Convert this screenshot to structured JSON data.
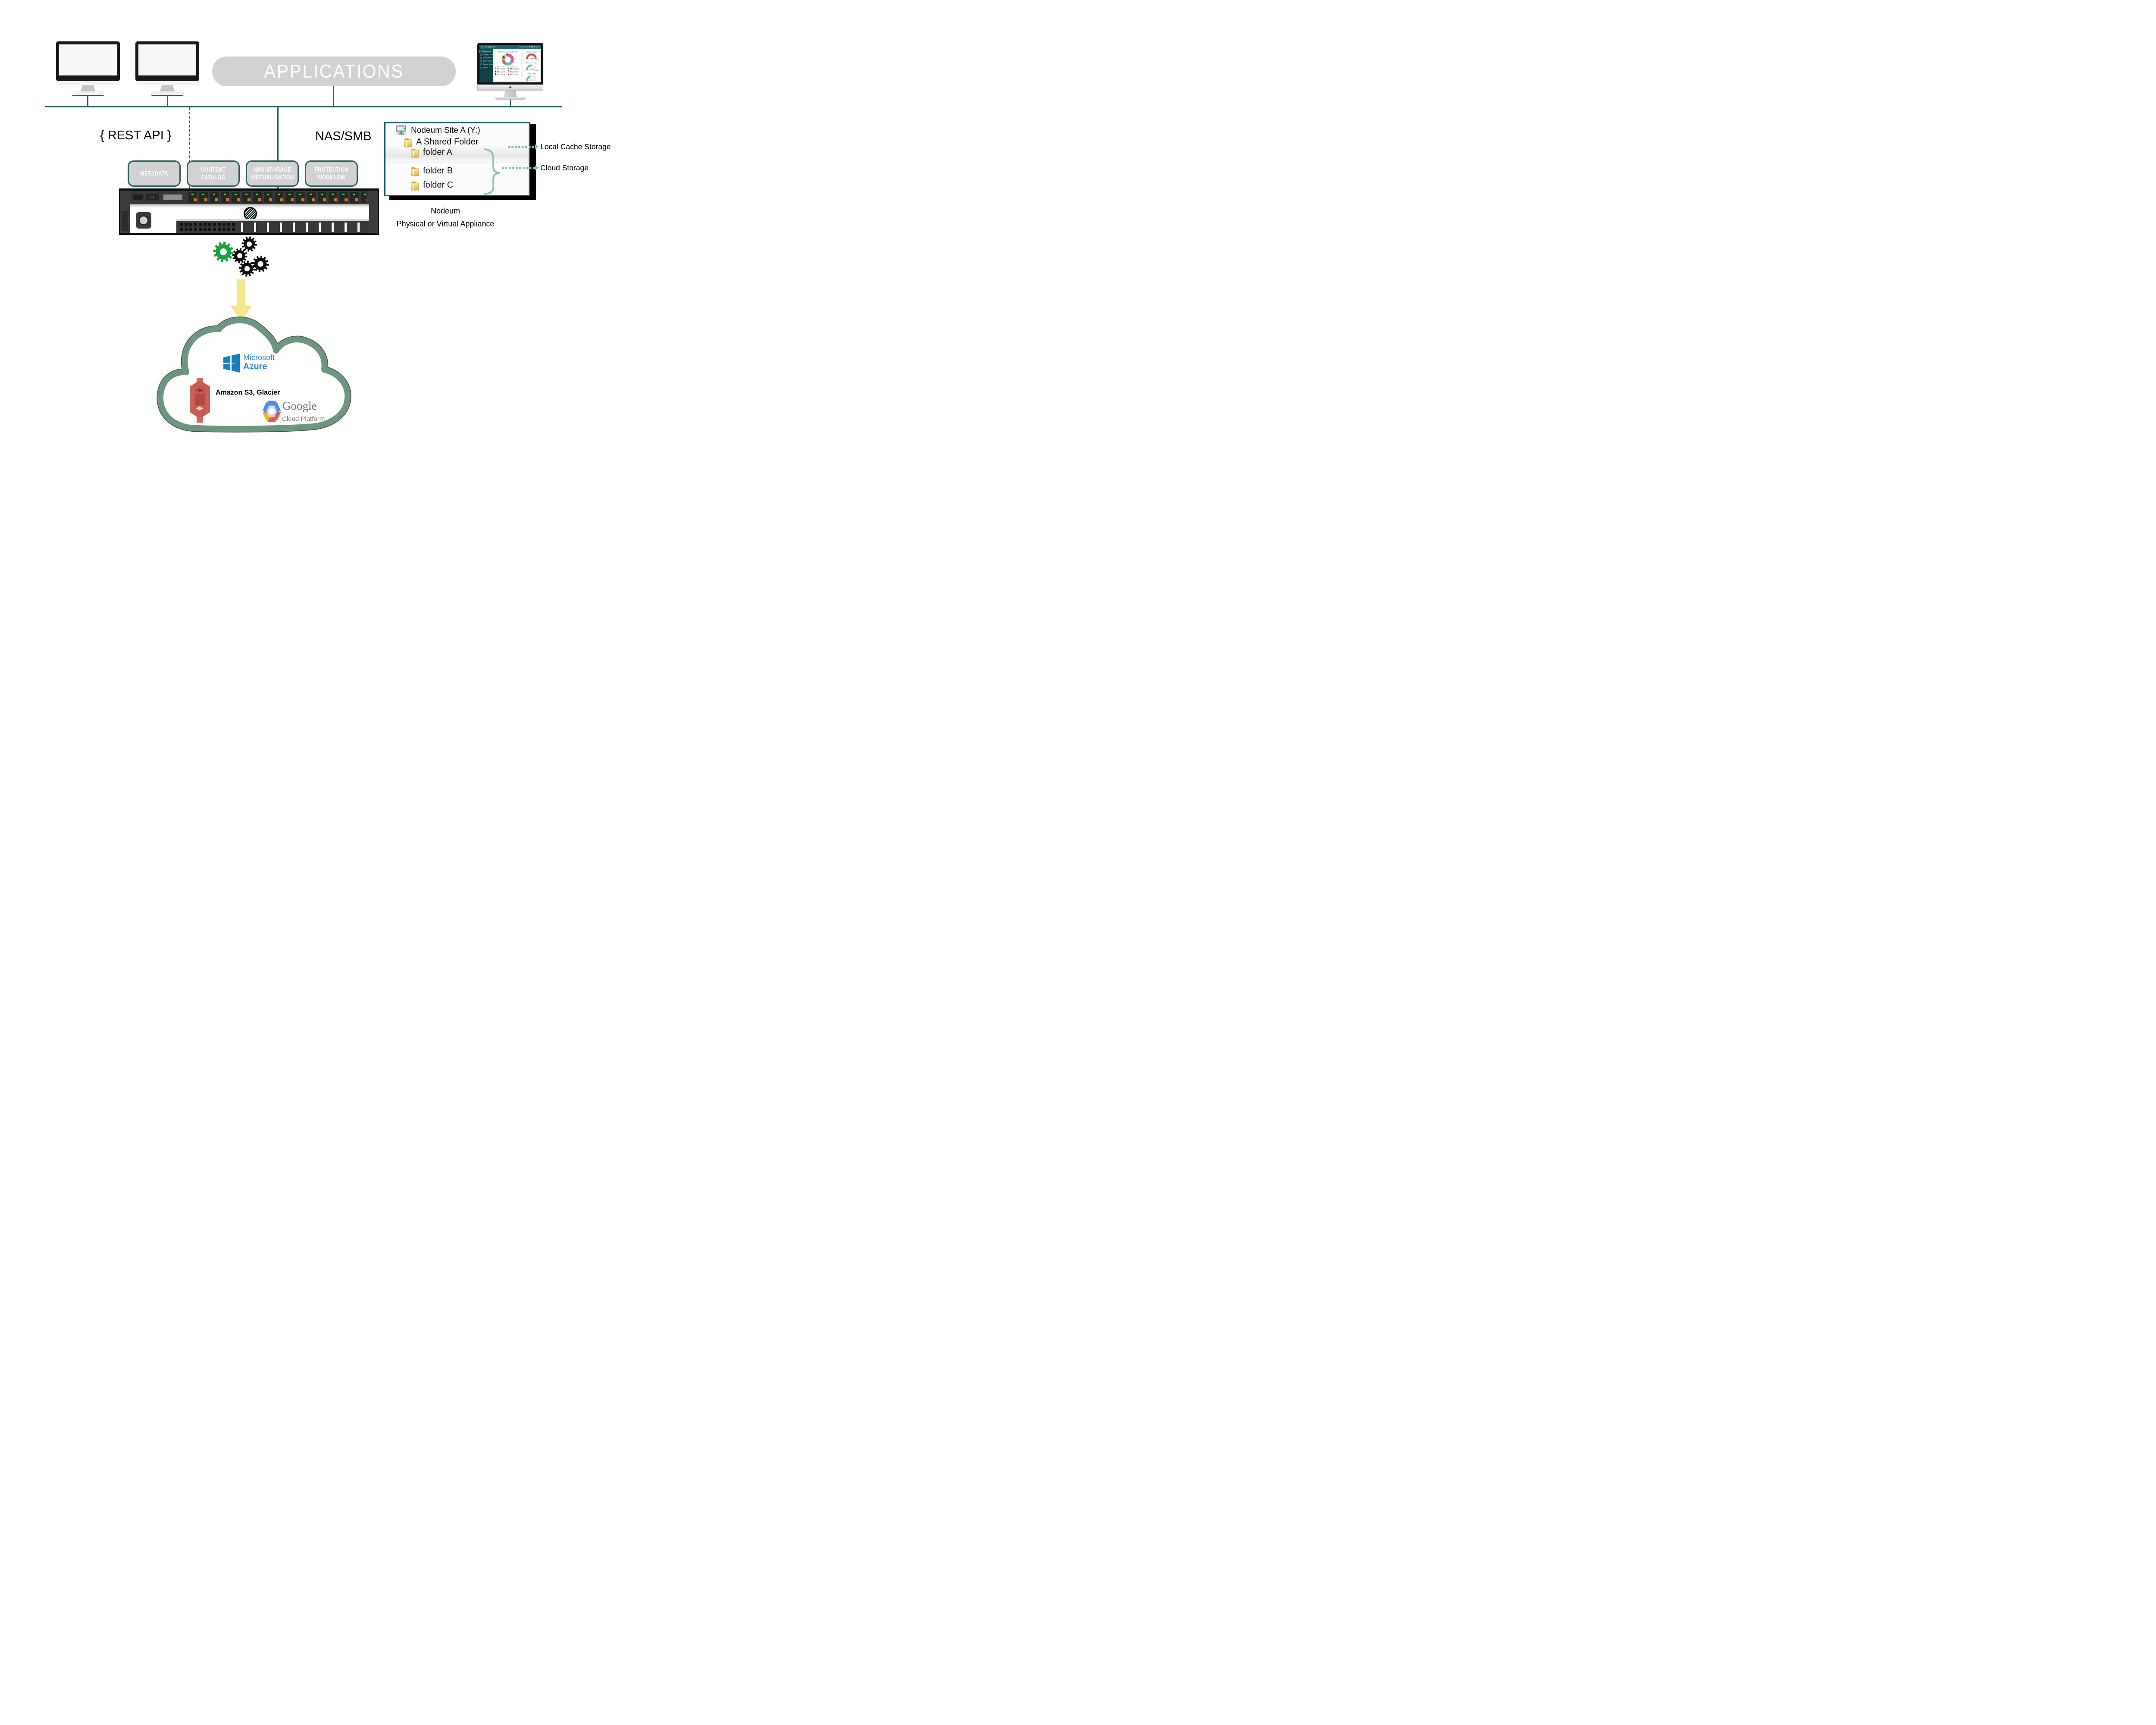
{
  "labels": {
    "applications": "APPLICATIONS",
    "rest_api": "{ REST API }",
    "nas_smb": "NAS/SMB",
    "local_cache": "Local Cache Storage",
    "cloud_storage": "Cloud Storage",
    "appliance_caption": "Nodeum\nPhysical or Virtual Appliance"
  },
  "middleware_boxes": [
    {
      "label": "METADATA"
    },
    {
      "label": "CONTENT\nCATALOG"
    },
    {
      "label": "NAS STORAGE\nVIRTUALISATION"
    },
    {
      "label": "PROTECTION\nWORKLOW"
    }
  ],
  "explorer": {
    "root_label": "Nodeum Site A (Y:)",
    "shared_label": "A Shared Folder",
    "folders": [
      "folder A",
      "folder B",
      "folder C"
    ]
  },
  "cloud_providers": {
    "azure_line1": "Microsoft",
    "azure_line2": "Azure",
    "amazon_label": "Amazon S3, Glacier",
    "google_line1": "Google",
    "google_line2": "Cloud Platform"
  },
  "imac": {
    "brand": "NODEUM",
    "nav_admin": "Administration",
    "nav_user": "Admin",
    "menu": [
      "Dashboard",
      "Storage Trends Analysis",
      "Ecosystem Management",
      "Data Container",
      "Storage Configuration",
      "System"
    ],
    "donut_title": "187,732 files are currently hosted",
    "gauges": [
      {
        "title": "Appliance Usage",
        "value": "29,3 PB",
        "min": "0",
        "max": "30.3 PB",
        "pct": 97,
        "color": "#c0504d"
      },
      {
        "title": "Back-end Usage",
        "value": "1,68 PB",
        "min": "0",
        "max": "3.04 PB",
        "pct": 55,
        "color": "#69bf9a"
      },
      {
        "title": "Cache Usage",
        "value": "42.5%",
        "min": "",
        "max": "",
        "pct": 42.5,
        "color": "#69bf9a"
      }
    ],
    "legend": [
      {
        "ext": ".asn",
        "files": "9,408 files",
        "color": "#c3d650"
      },
      {
        "ext": ".faa",
        "files": "2,777 files",
        "color": "#9bbcd8"
      },
      {
        "ext": ".mp3",
        "files": "1,263 files",
        "color": "#c5e3f2"
      },
      {
        "ext": ".gbk",
        "files": "3,106 files",
        "color": "#5b3d92"
      },
      {
        "ext": ".gff",
        "files": "4,971 files",
        "color": "#3a6fc3"
      },
      {
        "ext": ".ptt",
        "files": "10,095 files",
        "color": "#0c5a5c"
      },
      {
        "ext": ".nt",
        "files": "41,005 files",
        "color": "#63c2a0"
      },
      {
        "ext": ".jpg",
        "files": "65,652 files",
        "color": "#e0559f"
      },
      {
        "ext": ".val",
        "files": "29,965 files",
        "color": "#a66f88"
      },
      {
        "ext": ".gb",
        "files": "14,896 files",
        "color": "#c9a23b"
      },
      {
        "ext": ".tar",
        "files": "7,120 files",
        "color": "#ece94f"
      },
      {
        "ext": ".zip",
        "files": "2,056 files",
        "color": "#e62f22"
      }
    ]
  },
  "colors": {
    "teal_line": "#2c5e64",
    "box_fill": "#d2d2d2",
    "cloud_green": "#6d9680",
    "arrow_green": "#7cc29e",
    "yellow_arrow": "#f6e88d",
    "azure_blue": "#1a7dc0",
    "amazon_red": "#c55a4e",
    "gear_green": "#18a13d",
    "folder_yellow": "#edd271"
  }
}
